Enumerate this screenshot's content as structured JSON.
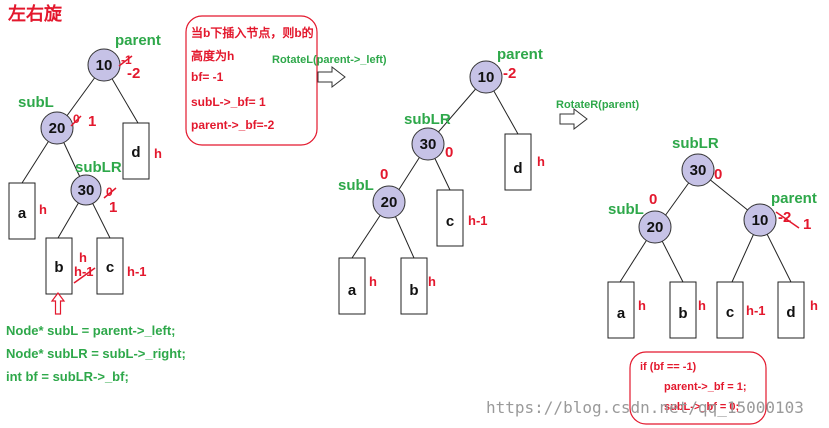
{
  "title": "左右旋",
  "nodes": {
    "n10": "10",
    "n20": "20",
    "n30": "30"
  },
  "roles": {
    "parent": "parent",
    "subL": "subL",
    "subLR": "subLR"
  },
  "subtrees": {
    "a": "a",
    "b": "b",
    "c": "c",
    "d": "d"
  },
  "heights": {
    "h": "h",
    "h_minus_1": "h-1"
  },
  "balance": {
    "neg2": "-2",
    "one": "1",
    "zero": "0",
    "old_one": "-1",
    "old_zero": "0"
  },
  "step1": {
    "callout": [
      "当b下插入节点，则b的",
      "高度为h",
      "bf= -1",
      "subL->_bf= 1",
      "parent->_bf=-2"
    ]
  },
  "ops": {
    "rotate_left": "RotateL(parent->_left)",
    "rotate_right": "RotateR(parent)"
  },
  "code": [
    "Node* subL = parent->_left;",
    "Node* subLR = subL->_right;",
    "int bf = subLR->_bf;"
  ],
  "result_code": [
    "if (bf == -1)",
    "parent->_bf = 1;",
    "subL->_bf = 0;"
  ],
  "watermark": "https://blog.csdn.net/qq_15000103",
  "colors": {
    "red": "#e3182d",
    "green": "#2ea84a",
    "node_fill": "#c6c2e6"
  }
}
